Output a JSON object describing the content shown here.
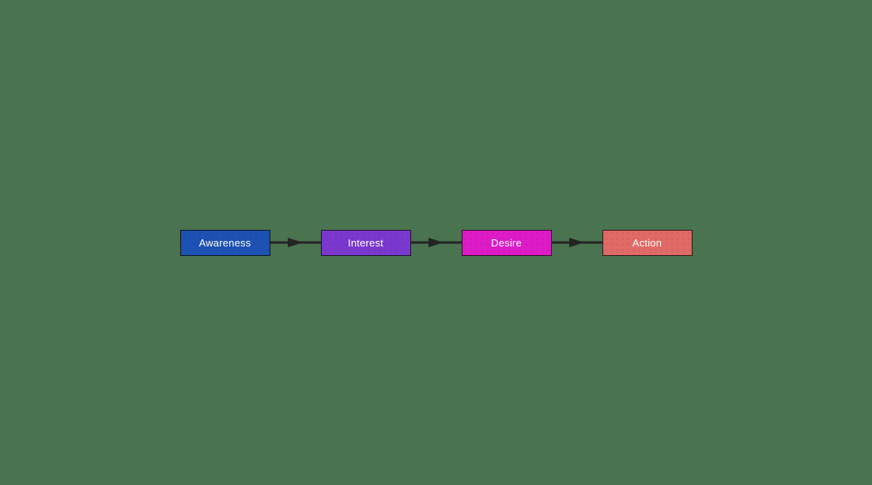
{
  "diagram": {
    "type": "flowchart-horizontal",
    "background_color": "#4a7350",
    "edge_color": "#242424",
    "label_color": "#ffffff",
    "stages": [
      {
        "label": "Awareness",
        "fill": "#1d51b3"
      },
      {
        "label": "Interest",
        "fill": "#7a38cf"
      },
      {
        "label": "Desire",
        "fill": "#dd1bc7"
      },
      {
        "label": "Action",
        "fill": "#e06a65"
      }
    ],
    "connections": [
      {
        "from": "Awareness",
        "to": "Interest"
      },
      {
        "from": "Interest",
        "to": "Desire"
      },
      {
        "from": "Desire",
        "to": "Action"
      }
    ]
  }
}
